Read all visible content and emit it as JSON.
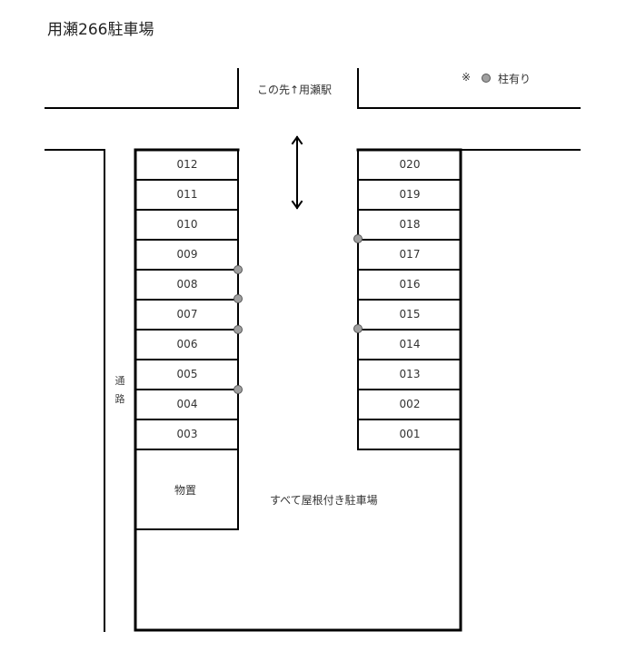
{
  "title": "用瀬266駐車場",
  "direction_label": "この先↑用瀬駅",
  "legend": {
    "mark": "※",
    "pillar_symbol": "●",
    "text": "柱有り",
    "pillar_color": "#a0a0a0"
  },
  "passage_label": [
    "通",
    "路"
  ],
  "storage_label": "物置",
  "note": "すべて屋根付き駐車場",
  "left_column": [
    "012",
    "011",
    "010",
    "009",
    "008",
    "007",
    "006",
    "005",
    "004",
    "003"
  ],
  "right_column": [
    "020",
    "019",
    "018",
    "017",
    "016",
    "015",
    "014",
    "013",
    "002",
    "001"
  ],
  "pillars": {
    "left_after_slot": [
      "009",
      "008",
      "007",
      "005"
    ],
    "right_after_slot": [
      "018",
      "015"
    ]
  },
  "colors": {
    "line": "#000000",
    "pillar": "#a0a0a0",
    "text": "#333333"
  }
}
